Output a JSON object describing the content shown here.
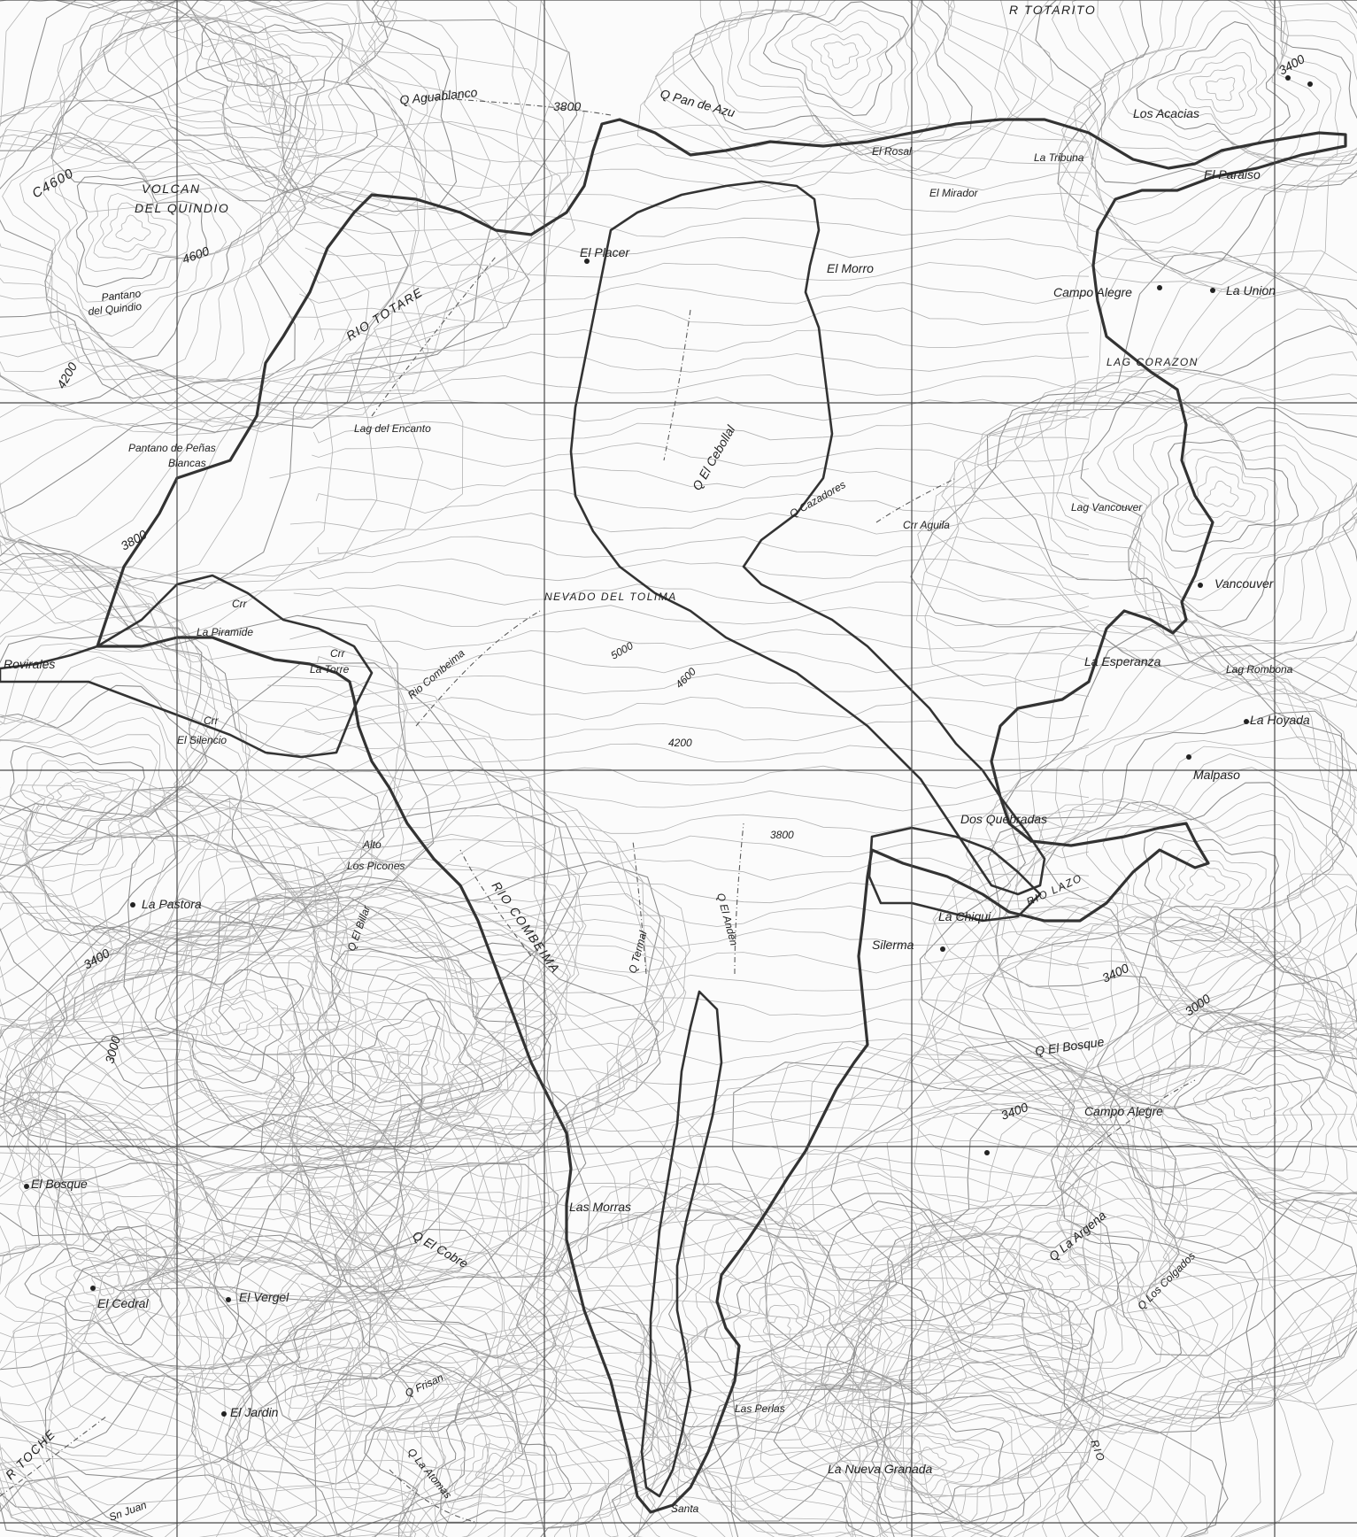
{
  "map": {
    "colors": {
      "paper": "#fbfbfb",
      "ink": "#222222",
      "contour": "#8d8d8d",
      "hatch": "#555555",
      "boundary": "#333333"
    },
    "labels": {
      "r_totarito": "R TOTARITO",
      "q_aguablanca": "Q Aguablanco",
      "c3800_top": "3800",
      "q_pan_de_azucar": "Q Pan de Azu",
      "c3400_tr": "3400",
      "los_acacias": "Los Acacias",
      "el_rosal": "El Rosal",
      "la_tribuna": "La Tribuna",
      "el_paraiso": "El Paraiso",
      "c4600": "C4600",
      "volcan": "VOLCAN",
      "del_quindio": "DEL QUINDIO",
      "c4600b": "4600",
      "pantano_quindio_1": "Pantano",
      "pantano_quindio_2": "del Quindio",
      "c4200_w": "4200",
      "rio_totare": "RIO TOTARE",
      "el_placer": "El Placer",
      "el_morro": "El Morro",
      "el_mirador": "El Mirador",
      "campo_alegre_n": "Campo Alegre",
      "la_union": "La Union",
      "lag_corazon": "LAG CORAZON",
      "lag_encanto": "Lag del Encanto",
      "pantano_peas_1": "Pantano de Peñas",
      "pantano_peas_2": "Blancas",
      "q_cebollal": "Q El Cebollal",
      "q_cazadores": "Q Cazadores",
      "crr_aguila": "Crr Aguila",
      "lag_vancouver": "Lag Vancouver",
      "vancouver": "Vancouver",
      "c3800_w": "3800",
      "nevado": "NEVADO DEL TOLIMA",
      "crr_piramide_1": "Crr",
      "crr_piramide_2": "La Piramide",
      "crr_torre_1": "Crr",
      "crr_torre_2": "La Torre",
      "rovirales": "Rovirales",
      "rio_combeima_n": "Rio Combeima",
      "c5000": "5000",
      "c4600c": "4600",
      "la_esperanza": "La Esperanza",
      "lag_rombona": "Lag Rombona",
      "la_hoyada": "La Hoyada",
      "crr_silencio_1": "Crr",
      "crr_silencio_2": "El Silencio",
      "c4200c": "4200",
      "malpaso": "Malpaso",
      "dos_quebradas": "Dos Quebradas",
      "alto_picones_1": "Alto",
      "alto_picones_2": "Los Picones",
      "la_pastora": "La Pastora",
      "rio_combeima_s": "RIO COMBEIMA",
      "q_termal": "Q Termal",
      "q_el_anden": "Q El Anden",
      "c3800_c": "3800",
      "la_chiqui": "La Chiqui",
      "silerma": "Silerma",
      "rio_lazo": "RIO LAZO",
      "c3400_w": "3400",
      "q_el_billar": "Q El Billar",
      "c3400_e": "3400",
      "c3000_e": "3000",
      "q_el_bosque": "Q El Bosque",
      "c3000_w": "3000",
      "c3400_se": "3400",
      "campo_alegre_s": "Campo Alegre",
      "el_bosque": "El Bosque",
      "las_morras": "Las Morras",
      "q_la_argena": "Q La Argena",
      "q_el_cobre": "Q El Cobre",
      "q_los_colgados": "Q Los Colgados",
      "el_cedral": "El Cedral",
      "el_vergel": "El Vergel",
      "q_la_frisan": "Q Frisan",
      "el_jardin": "El Jardin",
      "las_perlas": "Las Perlas",
      "r_toche": "R TOCHE",
      "q_la_atomas": "Q La Atomas",
      "la_nueva_granada": "La Nueva Granada",
      "santa": "Santa",
      "san_juan": "Sn Juan",
      "rio_lazo_s": "RIO"
    }
  }
}
